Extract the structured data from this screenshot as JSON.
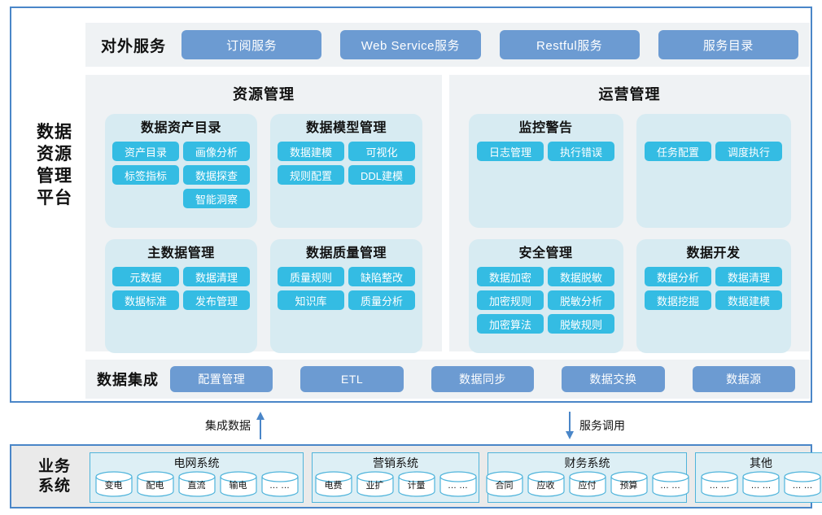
{
  "platform": {
    "label": "数据\n资源\n管理\n平台",
    "label_lines": [
      "数据",
      "资源",
      "管理",
      "平台"
    ],
    "external_services": {
      "title": "对外服务",
      "buttons": [
        "订阅服务",
        "Web Service服务",
        "Restful服务",
        "服务目录"
      ]
    },
    "panels": [
      {
        "title": "资源管理",
        "cards": [
          {
            "title": "数据资产目录",
            "chips": [
              "资产目录",
              "画像分析",
              "标签指标",
              "数据探查",
              "",
              "智能洞察"
            ]
          },
          {
            "title": "数据模型管理",
            "chips": [
              "数据建模",
              "可视化",
              "规则配置",
              "DDL建模"
            ]
          },
          {
            "title": "主数据管理",
            "chips": [
              "元数据",
              "数据清理",
              "数据标准",
              "发布管理"
            ]
          },
          {
            "title": "数据质量管理",
            "chips": [
              "质量规则",
              "缺陷整改",
              "知识库",
              "质量分析"
            ]
          }
        ]
      },
      {
        "title": "运营管理",
        "cards": [
          {
            "title": "监控警告",
            "chips": [
              "日志管理",
              "执行错误"
            ]
          },
          {
            "title": "",
            "chips": [
              "任务配置",
              "调度执行"
            ]
          },
          {
            "title": "安全管理",
            "chips": [
              "数据加密",
              "数据脱敏",
              "加密规则",
              "脱敏分析",
              "加密算法",
              "脱敏规则"
            ]
          },
          {
            "title": "数据开发",
            "chips": [
              "数据分析",
              "数据清理",
              "数据挖掘",
              "数据建模"
            ]
          }
        ]
      }
    ],
    "integration": {
      "title": "数据集成",
      "buttons": [
        "配置管理",
        "ETL",
        "数据同步",
        "数据交换",
        "数据源"
      ]
    }
  },
  "connectors": [
    {
      "label": "集成数据",
      "direction": "up",
      "icon": "arrow-up-icon"
    },
    {
      "label": "服务调用",
      "direction": "down",
      "icon": "arrow-down-icon"
    }
  ],
  "business": {
    "label_lines": [
      "业务",
      "系统"
    ],
    "groups": [
      {
        "title": "电网系统",
        "items": [
          "变电",
          "配电",
          "直流",
          "输电",
          "… …"
        ]
      },
      {
        "title": "营销系统",
        "items": [
          "电费",
          "业扩",
          "计量",
          "… …"
        ]
      },
      {
        "title": "财务系统",
        "items": [
          "合同",
          "应收",
          "应付",
          "预算",
          "… …"
        ]
      },
      {
        "title": "其他",
        "items": [
          "… …",
          "… …",
          "… …"
        ]
      }
    ]
  },
  "colors": {
    "frame_border": "#4A86C8",
    "panel_bg": "#EFF2F4",
    "card_bg": "#D7EBF2",
    "chip_blue": "#34BCE3",
    "button_steel": "#6C9BD2",
    "business_bg": "#EAEAEA",
    "db_border": "#4FB4DB",
    "text_dark": "#111111"
  }
}
